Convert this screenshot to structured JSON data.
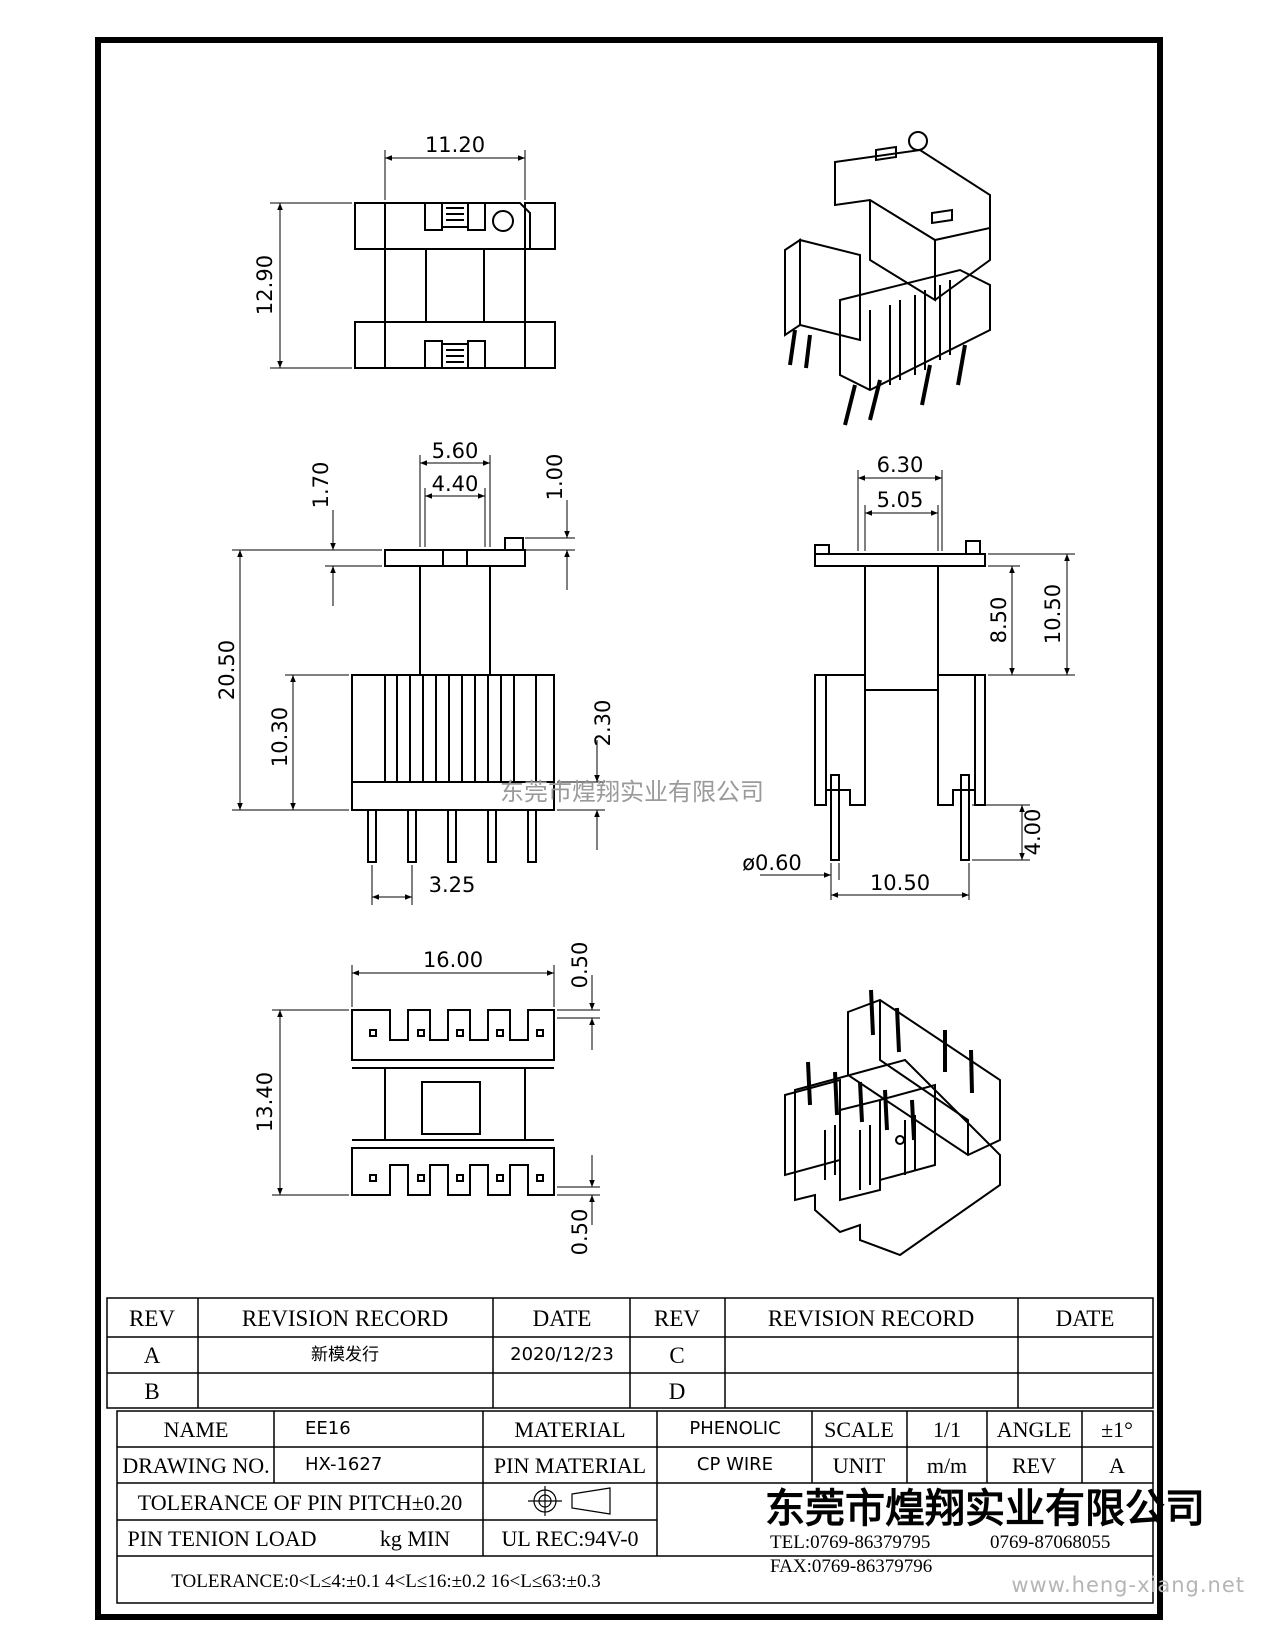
{
  "dims": {
    "top_width": "11.20",
    "top_height": "12.90",
    "front_col_outer": "5.60",
    "front_col_inner": "4.40",
    "front_flange": "1.70",
    "front_notch": "1.00",
    "front_total_height": "20.50",
    "front_base_height": "10.30",
    "front_slot": "2.30",
    "front_pin_pitch": "3.25",
    "side_outer": "6.30",
    "side_inner": "5.05",
    "side_h1": "8.50",
    "side_h2": "10.50",
    "side_pin_dia": "ø0.60",
    "side_pin_span": "10.50",
    "side_pin_len": "4.00",
    "bottom_width": "16.00",
    "bottom_height": "13.40",
    "bottom_top_gap": "0.50",
    "bottom_bot_gap": "0.50"
  },
  "overlay": {
    "watermark_center": "东莞市煌翔实业有限公司",
    "watermark_corner": "www.heng-xiang.net"
  },
  "revisions": {
    "header": {
      "rev": "REV",
      "record": "REVISION RECORD",
      "date": "DATE",
      "rev2": "REV",
      "record2": "REVISION RECORD",
      "date2": "DATE"
    },
    "rows": [
      {
        "rev": "A",
        "record": "新模发行",
        "date": "2020/12/23",
        "rev2": "C",
        "record2": "",
        "date2": ""
      },
      {
        "rev": "B",
        "record": "",
        "date": "",
        "rev2": "D",
        "record2": "",
        "date2": ""
      }
    ]
  },
  "title_block": {
    "name_label": "NAME",
    "name_value": "EE16",
    "material_label": "MATERIAL",
    "material_value": "PHENOLIC",
    "scale_label": "SCALE",
    "scale_value": "1/1",
    "angle_label": "ANGLE",
    "angle_value": "±1°",
    "drawing_no_label": "DRAWING NO.",
    "drawing_no_value": "HX-1627",
    "pin_material_label": "PIN MATERIAL",
    "pin_material_value": "CP WIRE",
    "unit_label": "UNIT",
    "unit_value": "m/m",
    "rev_label": "REV",
    "rev_value": "A",
    "tolerance_pitch": "TOLERANCE OF PIN PITCH±0.20",
    "pin_tension": "PIN TENION LOAD",
    "pin_tension_unit": "kg MIN",
    "ul_rec": "UL REC:94V-0",
    "tolerance_general": "TOLERANCE:0<L≤4:±0.1   4<L≤16:±0.2   16<L≤63:±0.3",
    "company": "东莞市煌翔实业有限公司",
    "tel": "TEL:0769-86379795",
    "tel2": "0769-87068055",
    "fax": "FAX:0769-86379796"
  }
}
